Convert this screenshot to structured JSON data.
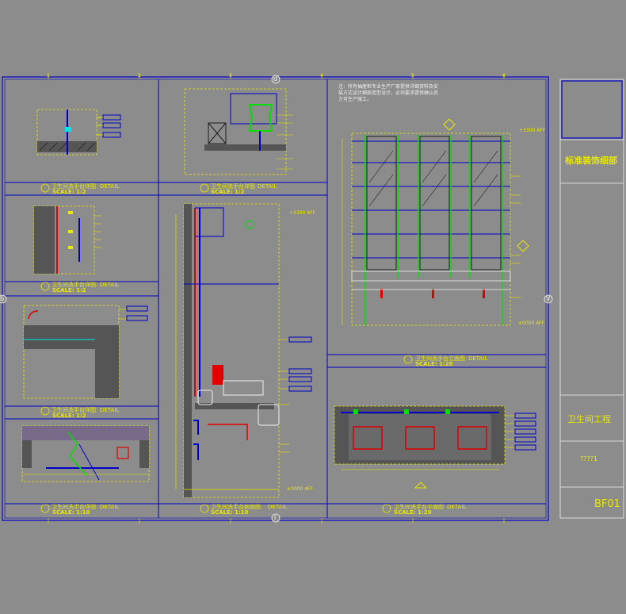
{
  "sheet": {
    "grid_numbers": [
      "1",
      "2",
      "3",
      "4",
      "5",
      "6"
    ],
    "grid_letter_top": "d",
    "grid_letter_bottom": "l",
    "grid_letter_left": "b",
    "grid_letter_right": "V"
  },
  "title_block": {
    "drawing_title": "标准装饰细部",
    "project_name": "卫生间工程",
    "drawing_no_placeholder": "????1",
    "sheet_code": "BF01"
  },
  "general_note": "注：所有抽屉柜专业生产厂家提供详细资料及安装方式设计细部造型设计，必须要求提供确认后方可生产施工。",
  "views": {
    "a1": {
      "title": "卫生间洗手台详图",
      "suffix": "DETAIL",
      "scale": "SCALE: 1:2"
    },
    "b1": {
      "title": "卫生间洗手台详图",
      "suffix": "DETAIL",
      "scale": "SCALE: 1:2"
    },
    "c1": {
      "title": "卫生间洗手台详图",
      "suffix": "DETAIL",
      "scale": "SCALE: 1:2"
    },
    "d1": {
      "title": "卫生间洗手台详图",
      "suffix": "DETAIL",
      "scale": "SCALE: 1:2"
    },
    "e1": {
      "title": "卫生间洗手台详图",
      "suffix": "DETAIL",
      "scale": "SCALE: 1:10"
    },
    "f1": {
      "title": "卫生间洗手台剖面图",
      "suffix": "DETAIL",
      "scale": "SCALE: 1:10"
    },
    "elev": {
      "title": "卫生间洗手台立面图",
      "suffix": "DETAIL",
      "scale": "SCALE: 1:20"
    },
    "plan": {
      "title": "卫生间洗手台平面图",
      "suffix": "DETAIL",
      "scale": "SCALE: 1:20"
    }
  },
  "levels": {
    "section_top": "+3300 AFF",
    "section_bottom": "±0000 AFF",
    "elev_top": "+3300 AFF",
    "elev_bottom": "±0000 AFF"
  },
  "colors": {
    "background": "#8c8c8c",
    "frame": "#0000c8",
    "outline": "#e8e800",
    "callout": "#00e000",
    "accent_red": "#e00000",
    "white": "#f0f0f0",
    "cyan": "#00e8e8"
  }
}
